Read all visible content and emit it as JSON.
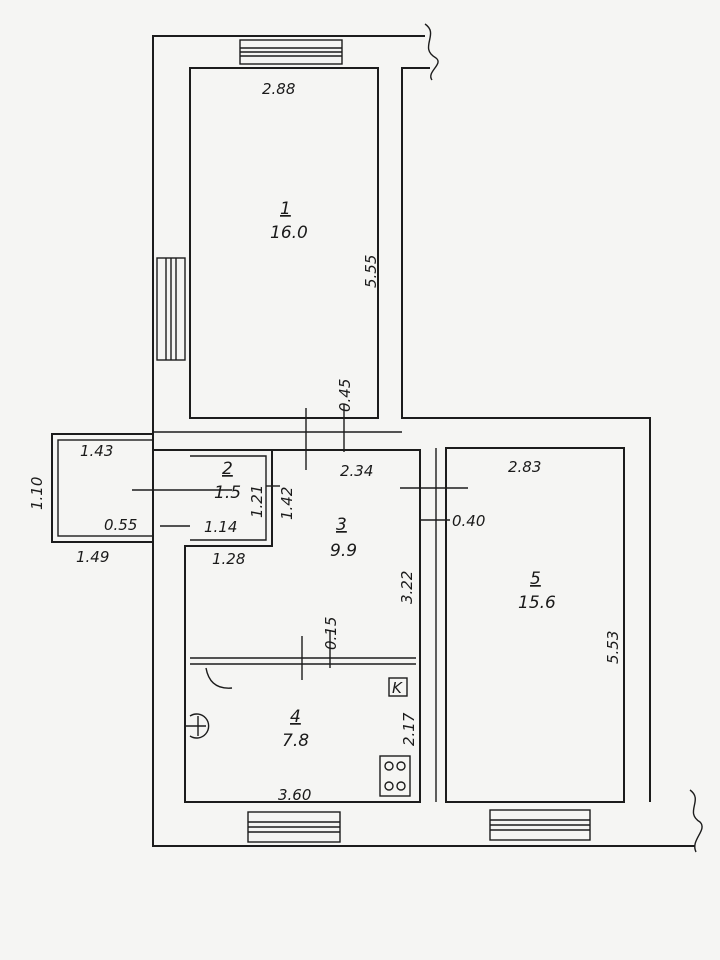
{
  "rooms": [
    {
      "number": "1",
      "area": "16.0"
    },
    {
      "number": "2",
      "area": "1.5"
    },
    {
      "number": "3",
      "area": "9.9"
    },
    {
      "number": "4",
      "area": "7.8"
    },
    {
      "number": "5",
      "area": "15.6"
    }
  ],
  "dimensions": {
    "room1_width": "2.88",
    "room1_length": "5.55",
    "wall_thickness_top": "0.45",
    "hall_width": "2.34",
    "room5_width": "2.83",
    "room5_length": "5.53",
    "wall_thickness_right": "0.40",
    "hall_length": "3.22",
    "partition_thickness": "0.15",
    "kitchen_depth": "2.17",
    "kitchen_width": "3.60",
    "balcony_top": "1.43",
    "balcony_depth": "1.10",
    "balcony_inner": "0.55",
    "balcony_bottom": "1.49",
    "closet_width_inner": "1.14",
    "closet_width_outer": "1.28",
    "closet_depth_a": "1.21",
    "closet_depth_b": "1.42"
  },
  "symbols": {
    "kitchen_marker": "K",
    "kitchen_marker_icon": "kitchen-marker-icon",
    "stove_icon": "stove-icon",
    "water_heater_icon": "water-heater-icon"
  }
}
